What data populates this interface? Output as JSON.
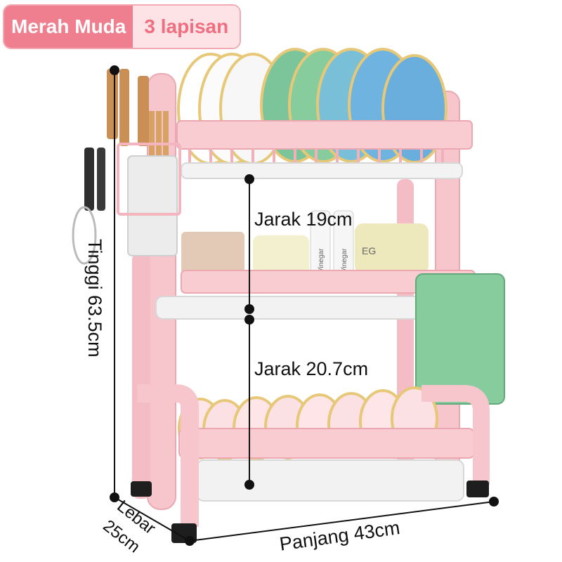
{
  "badge": {
    "color_label": "Merah Muda",
    "tier_label": "3 lapisan"
  },
  "dimensions": {
    "gap_top": "Jarak 19cm",
    "gap_bottom": "Jarak 20.7cm",
    "height": "Tinggi 63.5cm",
    "width_label": "Lebar",
    "width_value": "25cm",
    "length": "Panjang 43cm"
  },
  "product_print": {
    "bottle_text": "Vinegar",
    "appliance_text": "EG"
  },
  "colors": {
    "rack_pink": "#f7c6cc",
    "badge_pink": "#ef7f8e",
    "plate_green": "#7cc59a",
    "plate_blue": "#6fb3e0",
    "board_green": "#86cc9c"
  }
}
